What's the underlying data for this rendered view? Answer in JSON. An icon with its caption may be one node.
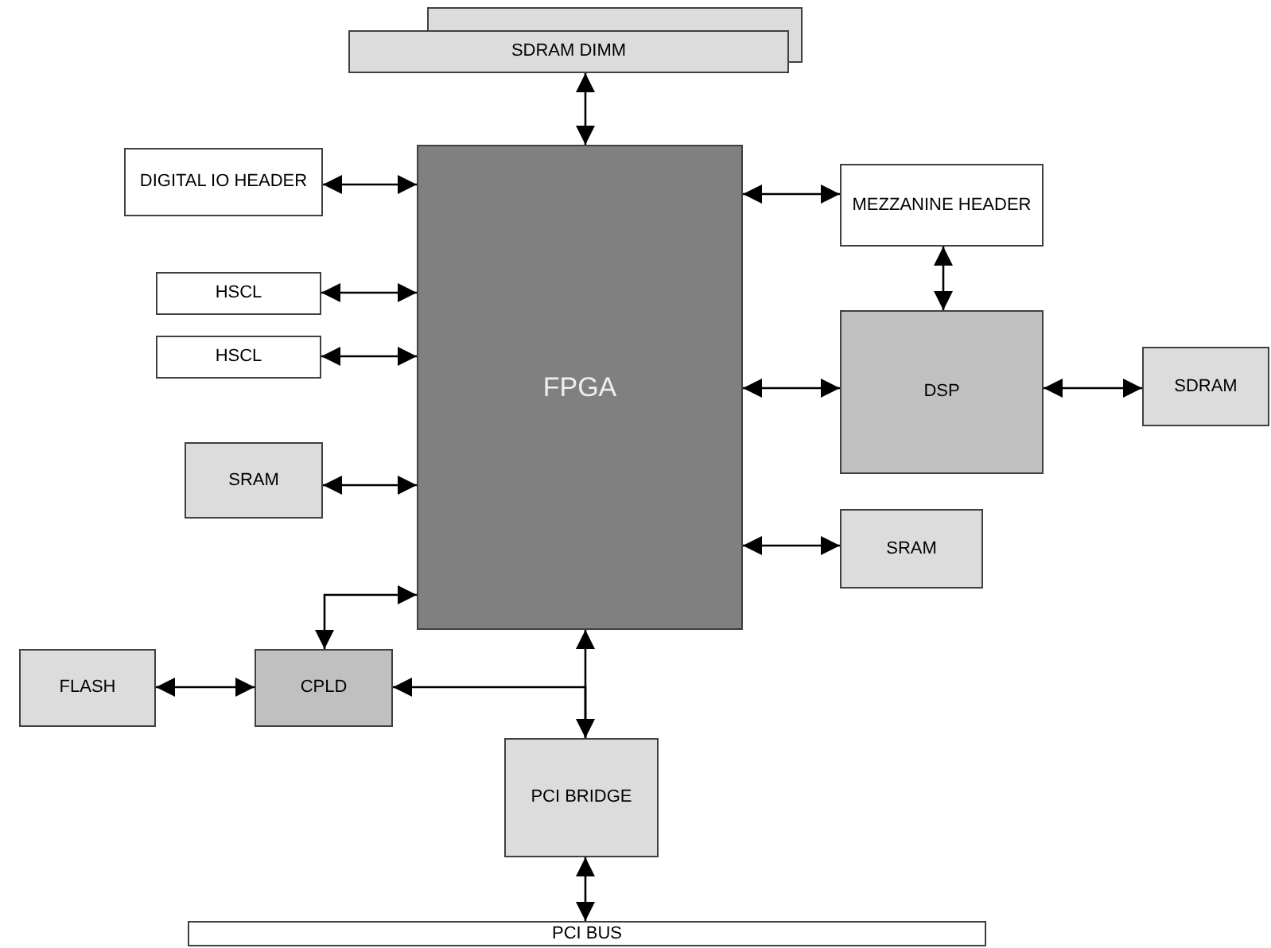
{
  "diagram": {
    "nodes": [
      {
        "text": [
          "SDRAM DIMM"
        ]
      },
      {
        "text": [
          "DIGITAL IO HEADER"
        ]
      },
      {
        "text": [
          "HSCL"
        ]
      },
      {
        "text": [
          "HSCL"
        ]
      },
      {
        "text": [
          "SRAM"
        ]
      },
      {
        "text": [
          "FPGA"
        ]
      },
      {
        "text": [
          "MEZZANINE HEADER"
        ]
      },
      {
        "text": [
          "DSP"
        ]
      },
      {
        "text": [
          "SDRAM"
        ]
      },
      {
        "text": [
          "SRAM"
        ]
      },
      {
        "text": [
          "FLASH"
        ]
      },
      {
        "text": [
          "CPLD"
        ]
      },
      {
        "text": [
          "PCI BRIDGE"
        ]
      },
      {
        "text": [
          "PCI BUS"
        ]
      }
    ],
    "edges": [
      {
        "from": 0,
        "to": 5,
        "arrow": "both"
      },
      {
        "from": 1,
        "to": 5,
        "arrow": "both"
      },
      {
        "from": 2,
        "to": 5,
        "arrow": "both"
      },
      {
        "from": 3,
        "to": 5,
        "arrow": "both"
      },
      {
        "from": 4,
        "to": 5,
        "arrow": "both"
      },
      {
        "from": 5,
        "to": 6,
        "arrow": "both"
      },
      {
        "from": 6,
        "to": 7,
        "arrow": "both"
      },
      {
        "from": 5,
        "to": 7,
        "arrow": "both"
      },
      {
        "from": 7,
        "to": 8,
        "arrow": "both"
      },
      {
        "from": 5,
        "to": 9,
        "arrow": "both"
      },
      {
        "from": 5,
        "to": 11,
        "arrow": "both"
      },
      {
        "from": 10,
        "to": 11,
        "arrow": "both"
      },
      {
        "from": 5,
        "to": 12,
        "arrow": "both"
      },
      {
        "from": 12,
        "to": 11,
        "arrow": "to"
      },
      {
        "from": 12,
        "to": 13,
        "arrow": "both"
      }
    ]
  }
}
